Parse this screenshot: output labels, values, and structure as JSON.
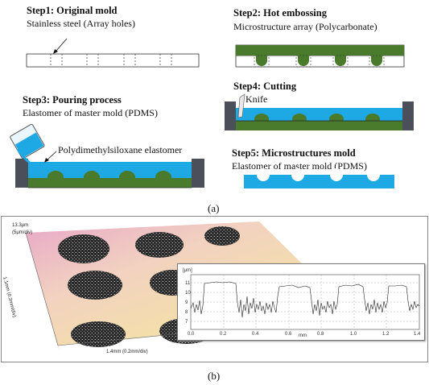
{
  "panel_a": {
    "step1": {
      "title": "Step1: Original mold",
      "desc": "Stainless steel (Array holes)"
    },
    "step2": {
      "title": "Step2: Hot embossing",
      "desc": "Microstructure array (Polycarbonate)"
    },
    "step3": {
      "title": "Step3: Pouring process",
      "desc": "Elastomer of master mold (PDMS)",
      "label": "Polydimethylsiloxane elastomer"
    },
    "step4": {
      "title": "Step4: Cutting",
      "label": "Knife"
    },
    "step5": {
      "title": "Step5: Microstructures mold",
      "desc": "Elastomer of master mold (PDMS)"
    },
    "caption": "(a)"
  },
  "panel_b": {
    "scale_z": "13.3μm",
    "scale_z_div": "(5μm/div)",
    "scale_y": "1.1mm (0.2mm/div)",
    "scale_x": "1.4mm (0.2mm/div)",
    "caption": "(b)",
    "inset": {
      "ylabel": "[μm]",
      "xlabel": "mm",
      "yticks": [
        "11",
        "10",
        "9",
        "8",
        "7"
      ],
      "xticks": [
        "0.0",
        "0.2",
        "0.4",
        "0.6",
        "0.8",
        "1.0",
        "1.2",
        "1.4"
      ]
    }
  },
  "colors": {
    "steel": "#ffffff",
    "polycarbonate": "#4a7a2c",
    "pdms": "#1ea8e4",
    "wall": "#4a4f5a"
  }
}
